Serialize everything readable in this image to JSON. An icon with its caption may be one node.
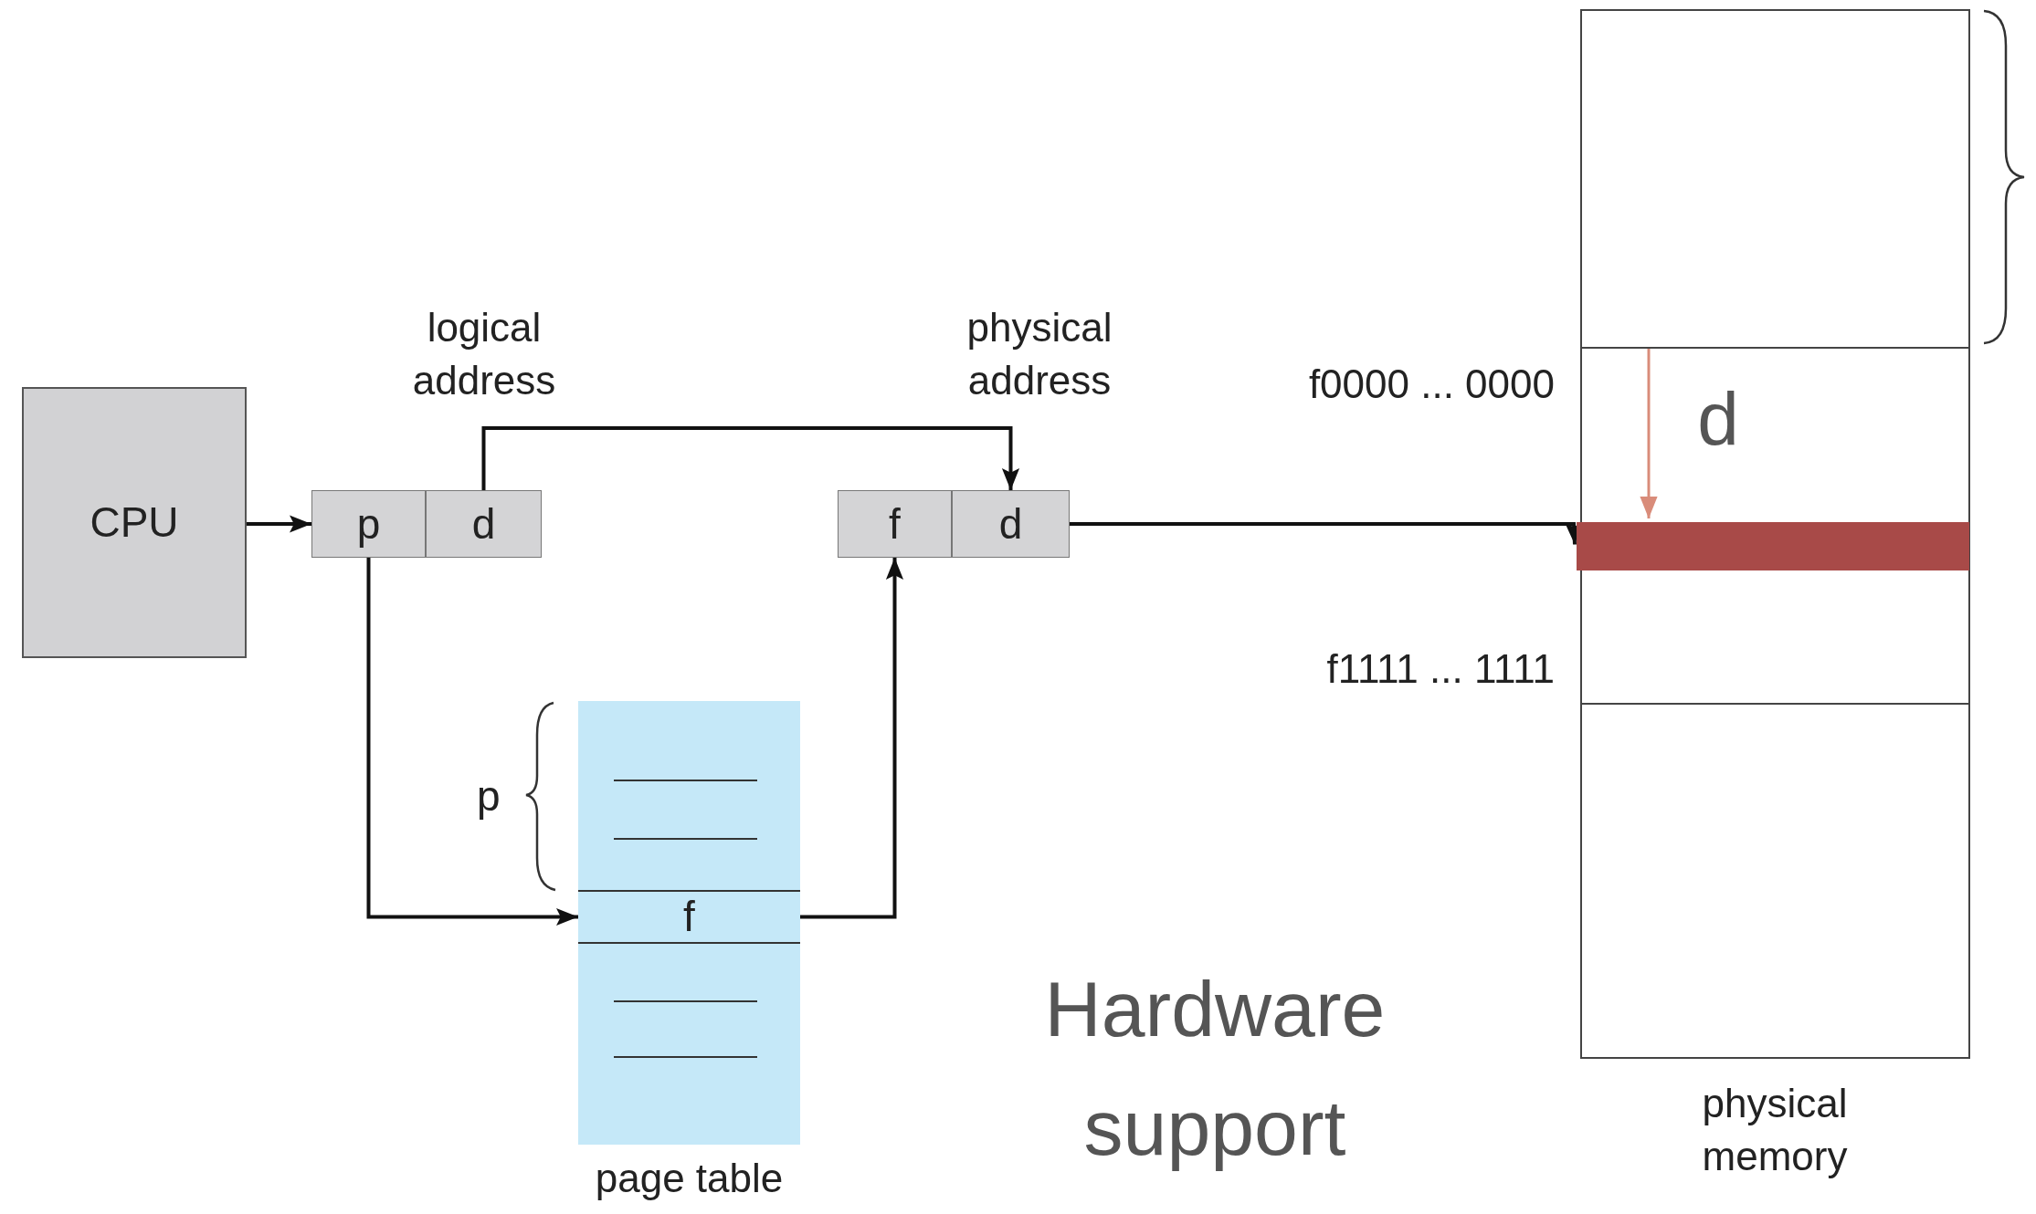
{
  "diagram": {
    "nodes": [
      {
        "text": [
          "CPU"
        ]
      },
      {
        "text": [
          "logical address"
        ]
      },
      {
        "text": [
          "p"
        ],
        "in": 1
      },
      {
        "text": [
          "d"
        ],
        "in": 1
      },
      {
        "text": [
          "physical address"
        ]
      },
      {
        "text": [
          "f"
        ],
        "in": 4
      },
      {
        "text": [
          "d"
        ],
        "in": 4
      },
      {
        "text": [
          "page table"
        ]
      },
      {
        "text": [
          "f"
        ],
        "in": 7
      },
      {
        "text": [
          "physical memory"
        ]
      },
      {
        "text": [],
        "shape": "bar",
        "in": 9
      }
    ],
    "edges": [
      {
        "from": 0,
        "to": 2,
        "arrow": "to"
      },
      {
        "from": 3,
        "to": 6,
        "arrow": "to"
      },
      {
        "from": 2,
        "to": 8,
        "arrow": "to"
      },
      {
        "from": 8,
        "to": 5,
        "arrow": "to"
      },
      {
        "from": 6,
        "to": 10,
        "arrow": "to"
      }
    ],
    "labels": [
      "f0000 ... 0000",
      "f1111 ... 1111",
      "d",
      "p",
      "Hardware support"
    ]
  }
}
